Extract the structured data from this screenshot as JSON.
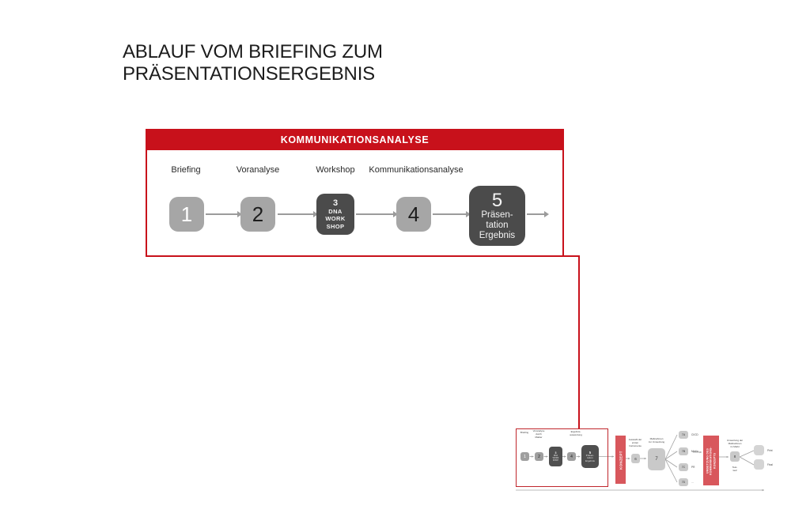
{
  "title": "ABLAUF VOM BRIEFING ZUM PRÄSENTATIONSERGEBNIS",
  "colors": {
    "accent_red": "#c8111b",
    "light_red_bar": "#d8575c",
    "gray_step": "#a6a6a6",
    "dark_step": "#4b4b4b",
    "arrow_gray": "#9b9b9b"
  },
  "panel": {
    "header": "KOMMUNIKATIONSANALYSE",
    "step_labels": [
      "Briefing",
      "Voranalyse",
      "Workshop",
      "Kommunikationsanalyse"
    ],
    "steps": [
      {
        "number": "1"
      },
      {
        "number": "2"
      },
      {
        "number": "3",
        "lines": "DNA\nWORK\nSHOP"
      },
      {
        "number": "4"
      },
      {
        "number": "5",
        "lines": "Präsen-\ntation\nErgebnis"
      }
    ]
  },
  "minimap": {
    "zoom_labels": {
      "briefing": "Briefing",
      "voranalyse": "Voranalyse\ndurch\nMakler",
      "ergebnis": "Ergebnis-\nauswertung"
    },
    "steps": [
      {
        "number": "1"
      },
      {
        "number": "2"
      },
      {
        "number": "3",
        "lines": "DNA\nWORK\nSHOP"
      },
      {
        "number": "4"
      },
      {
        "number": "5",
        "lines": "Präsen-\ntation\nErgebnis"
      }
    ],
    "bar_konzept": "KONZEPT",
    "bar_umsetzung": "UMSETZUNG DES\nKOMMUNIKATIONS-\nKONZEPTS",
    "step6": {
      "number": "6",
      "label": "Auswahl der\nersten\nInstrumente"
    },
    "step7": {
      "number": "7",
      "label": "Maßnahmen\nzur Umsetzung"
    },
    "subs": [
      {
        "number": "7A",
        "label": "CI/CD"
      },
      {
        "number": "7B",
        "label": "Media"
      },
      {
        "number": "7C",
        "label": "PR"
      },
      {
        "number": "7D",
        "label": "…"
      }
    ],
    "step8": {
      "number": "8",
      "label_top": "Umsetzung der\nMaßnahmen\nim Markt",
      "label_bottom": "Test-\nlauf"
    },
    "results": [
      {
        "label": "Print"
      },
      {
        "label": "Final"
      }
    ]
  }
}
